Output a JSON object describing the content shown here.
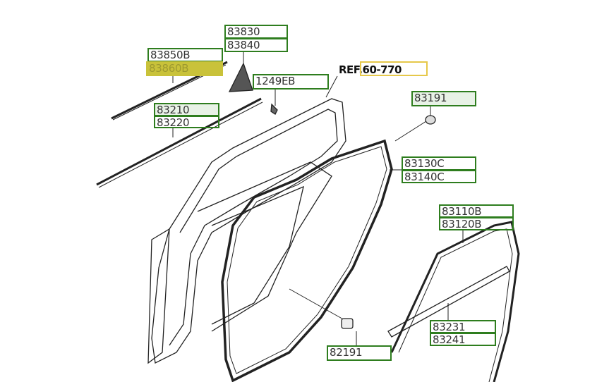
{
  "diagram": {
    "part_labels": [
      {
        "id": "83830",
        "style": "plain"
      },
      {
        "id": "83840",
        "style": "plain"
      },
      {
        "id": "83850B",
        "style": "plain"
      },
      {
        "id": "83860B",
        "style": "highlighted"
      },
      {
        "id": "1249EB",
        "style": "plain"
      },
      {
        "id": "83191",
        "style": "lite"
      },
      {
        "id": "83210",
        "style": "lite"
      },
      {
        "id": "83220",
        "style": "plain"
      },
      {
        "id": "83130C",
        "style": "plain"
      },
      {
        "id": "83140C",
        "style": "plain"
      },
      {
        "id": "83110B",
        "style": "plain"
      },
      {
        "id": "83120B",
        "style": "plain"
      },
      {
        "id": "83231",
        "style": "plain"
      },
      {
        "id": "83241",
        "style": "plain"
      },
      {
        "id": "82191",
        "style": "plain"
      }
    ],
    "reference": {
      "prefix": "REF",
      "number": ".60-770"
    },
    "colors": {
      "label_border": "#2e7d1e",
      "highlight": "#c9c23a",
      "ref_box": "#e6c84a"
    }
  }
}
